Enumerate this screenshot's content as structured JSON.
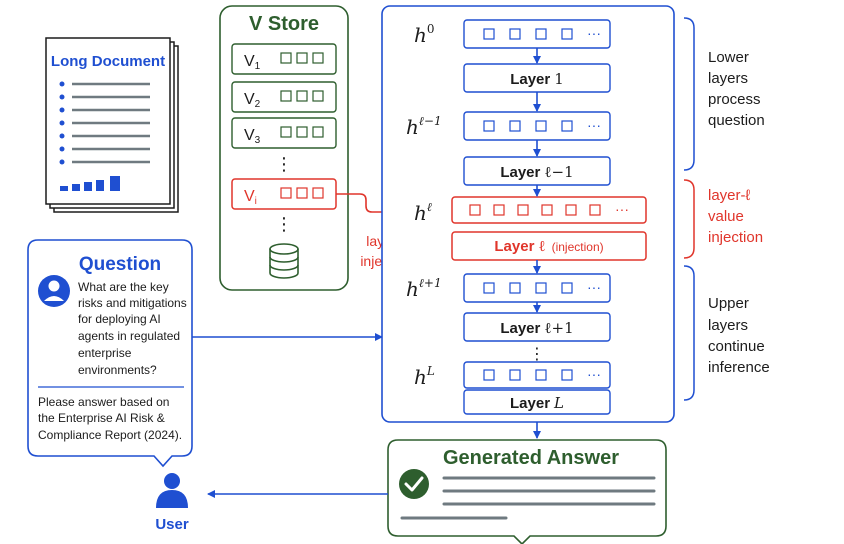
{
  "colors": {
    "blue": "#1f4fd1",
    "green": "#2e5e2e",
    "red": "#e0352b",
    "gray": "#6f7a80",
    "dark": "#1c1c1c"
  },
  "document": {
    "title": "Long Document",
    "icon": "document-icon"
  },
  "vstore": {
    "title": "V Store",
    "entries": [
      {
        "v": "V",
        "sub": "1"
      },
      {
        "v": "V",
        "sub": "2"
      },
      {
        "v": "V",
        "sub": "3"
      },
      {
        "v": "V",
        "sub": "i"
      }
    ],
    "ellipsis": "⋮",
    "db_icon": "database-icon"
  },
  "question": {
    "title": "Question",
    "text": [
      "What are the key",
      "risks and mitigations",
      "for deploying AI",
      "agents in regulated",
      "enterprise",
      "environments?"
    ],
    "note": [
      "Please answer based on",
      "the Enterprise AI Risk &",
      "Compliance Report (2024)."
    ],
    "icon": "user-icon"
  },
  "user": {
    "label": "User",
    "icon": "user-icon"
  },
  "injection_label": [
    "layer-ℓ",
    "injection"
  ],
  "layers": {
    "h0": {
      "base": "h",
      "sup": "0"
    },
    "hl_1": {
      "base": "h",
      "sup": "ℓ−1"
    },
    "hl": {
      "base": "h",
      "sup": "ℓ"
    },
    "hl1": {
      "base": "h",
      "sup": "ℓ+1"
    },
    "hL": {
      "base": "h",
      "sup": "L"
    },
    "layer1": {
      "word": "Layer",
      "idx": "1"
    },
    "layerl_1": {
      "word": "Layer",
      "idx": "ℓ−1"
    },
    "layerl": {
      "word": "Layer",
      "idx": "ℓ",
      "suffix": "(injection)"
    },
    "layerl1": {
      "word": "Layer",
      "idx": "ℓ+1"
    },
    "layerL": {
      "word": "Layer",
      "idx": "L"
    },
    "vdots": "⋮",
    "dots": "···"
  },
  "side_labels": {
    "lower": [
      "Lower",
      "layers",
      "process",
      "question"
    ],
    "inject": [
      "layer-ℓ",
      "value",
      "injection"
    ],
    "upper": [
      "Upper",
      "layers",
      "continue",
      "inference"
    ]
  },
  "answer": {
    "title": "Generated Answer",
    "icon": "check-icon"
  }
}
